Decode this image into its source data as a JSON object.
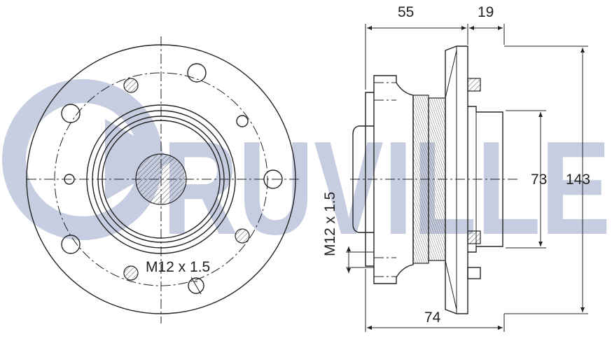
{
  "watermark": {
    "text": "RUVILLE",
    "color": "#9aa6c8"
  },
  "front_view": {
    "thread_label": "M12 x 1.5"
  },
  "side_view": {
    "thread_label": "M12 x 1.5",
    "dimensions": {
      "top_left": "55",
      "top_right": "19",
      "inner_height": "73",
      "outer_height": "143",
      "bottom_width": "74"
    }
  },
  "colors": {
    "line": "#222222",
    "watermark": "#9aa6c8"
  }
}
